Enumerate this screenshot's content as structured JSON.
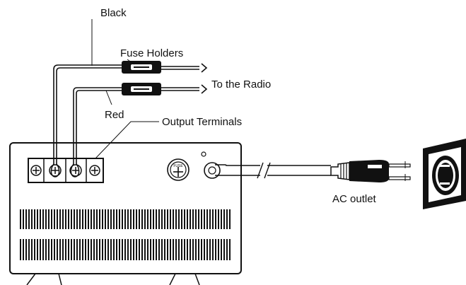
{
  "labels": {
    "black_wire": "Black",
    "fuse_holders": "Fuse Holders",
    "to_radio": "To the Radio",
    "red_wire": "Red",
    "output_terminals": "Output Terminals",
    "ac_outlet": "AC outlet"
  },
  "fuse_cap_text": "FUSE",
  "colors": {
    "line": "#111111",
    "background": "#ffffff"
  }
}
